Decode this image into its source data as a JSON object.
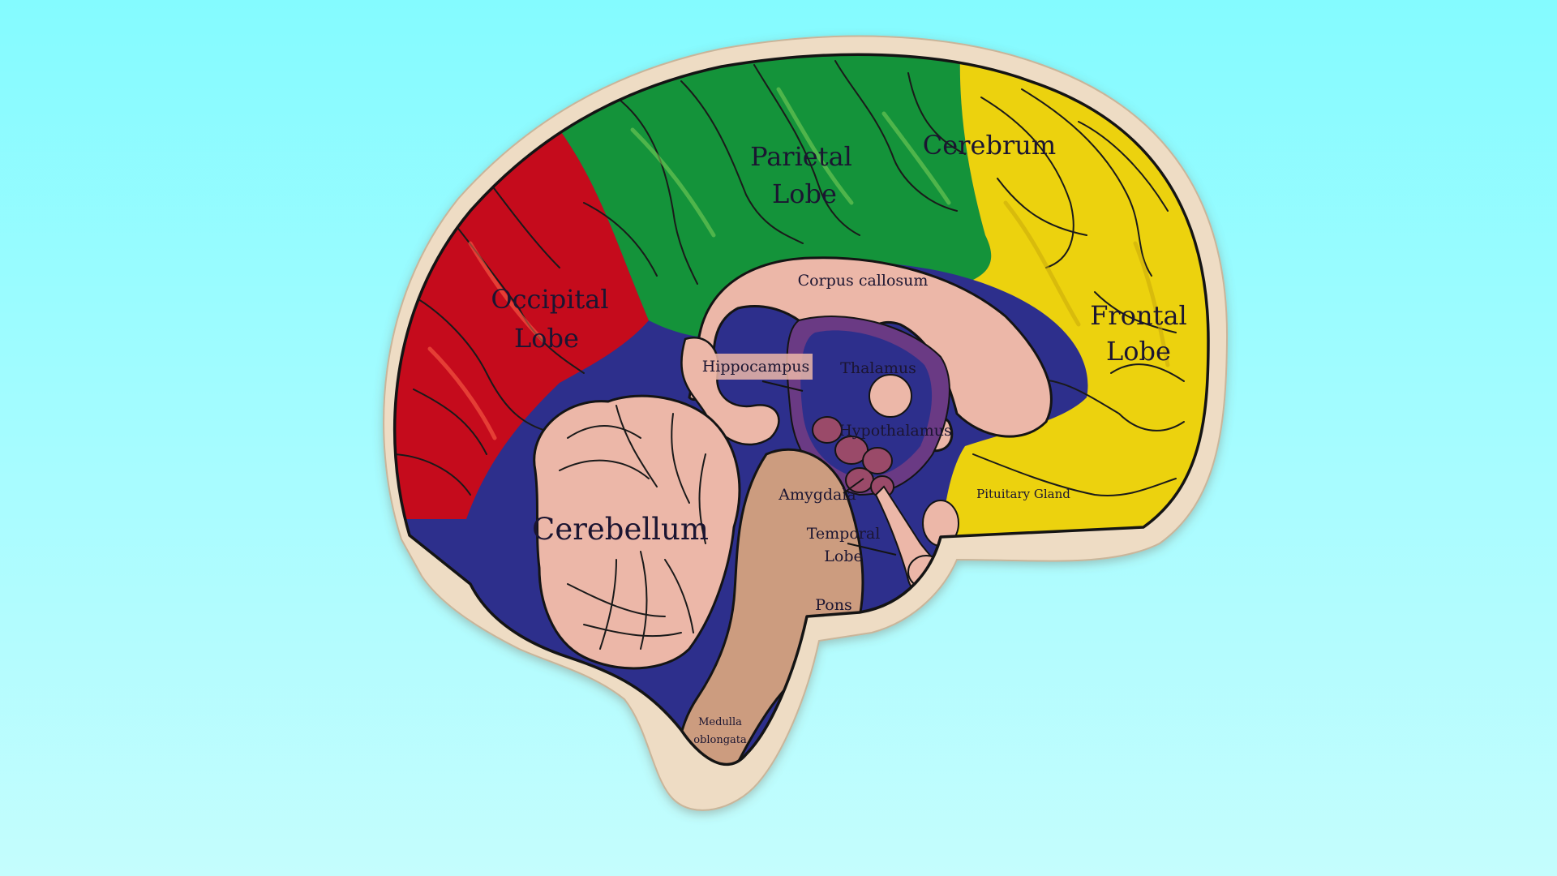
{
  "diagram": {
    "colors": {
      "background": "#8cfbff",
      "outline_base": "#eedcc4",
      "occipital": "#c50b1c",
      "parietal": "#14933a",
      "frontal": "#ecd20e",
      "inner": "#2d2f8c",
      "pink_structures": "#ecb7a8",
      "brainstem": "#cc9c7f",
      "thalamus": "#6a3a84",
      "amygdala": "#9a4a69"
    },
    "labels": {
      "parietal": [
        "Parietal",
        "Lobe"
      ],
      "cerebrum": "Cerebrum",
      "occipital": [
        "Occipital",
        "Lobe"
      ],
      "frontal": [
        "Frontal",
        "Lobe"
      ],
      "corpus_callosum": "Corpus callosum",
      "hippocampus": "Hippocampus",
      "thalamus": "Thalamus",
      "hypothalamus": "Hypothalamus",
      "amygdala": "Amygdala",
      "pituitary": "Pituitary Gland",
      "cerebellum": "Cerebellum",
      "temporal": [
        "Temporal",
        "Lobe"
      ],
      "pons": "Pons",
      "medulla": [
        "Medulla",
        "oblongata"
      ]
    }
  }
}
